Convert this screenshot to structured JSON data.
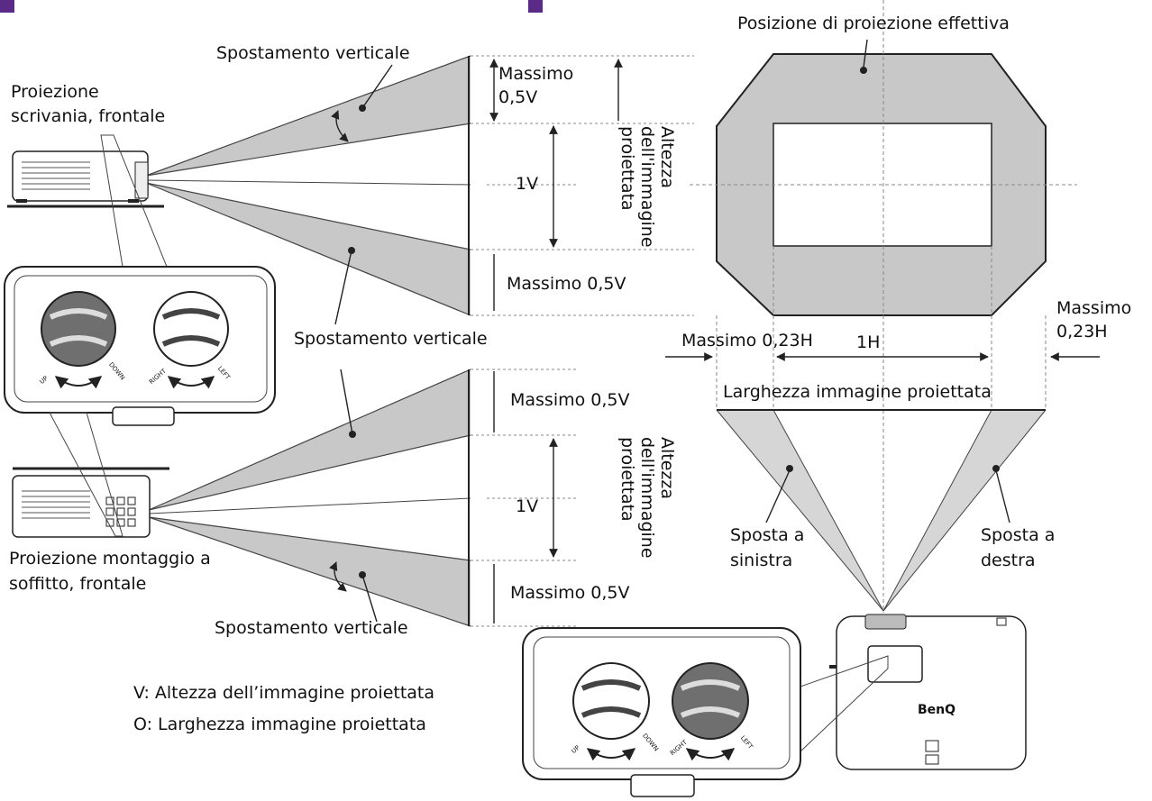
{
  "colors": {
    "shade": "#c8c8c8",
    "dark": "#6f6f6f",
    "line": "#222222",
    "accent": "#5b2a86"
  },
  "labels": {
    "desk_front": [
      "Proiezione",
      "scrivania, frontale"
    ],
    "ceiling_front": [
      "Proiezione montaggio a",
      "soffitto, frontale"
    ],
    "vertical_shift_top": "Spostamento verticale",
    "vertical_shift_mid": "Spostamento verticale",
    "vertical_shift_bottom": "Spostamento verticale",
    "max_05v_top": [
      "Massimo",
      "0,5V"
    ],
    "max_05v_2": "Massimo 0,5V",
    "max_05v_3": "Massimo 0,5V",
    "max_05v_4": "Massimo 0,5V",
    "one_v_top": "1V",
    "one_v_bottom": "1V",
    "image_height_top": [
      "Altezza",
      "dell'immagine",
      "proiettata"
    ],
    "image_height_bottom": [
      "Altezza",
      "dell'immagine",
      "proiettata"
    ],
    "actual_position": "Posizione di proiezione effettiva",
    "max_023h_left": "Massimo 0,23H",
    "max_023h_right": [
      "Massimo",
      "0,23H"
    ],
    "one_h": "1H",
    "image_width": "Larghezza immagine proiettata",
    "shift_left": [
      "Sposta a",
      "sinistra"
    ],
    "shift_right": [
      "Sposta a",
      "destra"
    ],
    "legend_v": "V: Altezza dell’immagine proiettata",
    "legend_o": "O: Larghezza immagine proiettata",
    "brand": "BenQ",
    "dial_labels": {
      "up": "UP",
      "down": "DOWN",
      "right": "RIGHT",
      "left": "LEFT"
    }
  }
}
